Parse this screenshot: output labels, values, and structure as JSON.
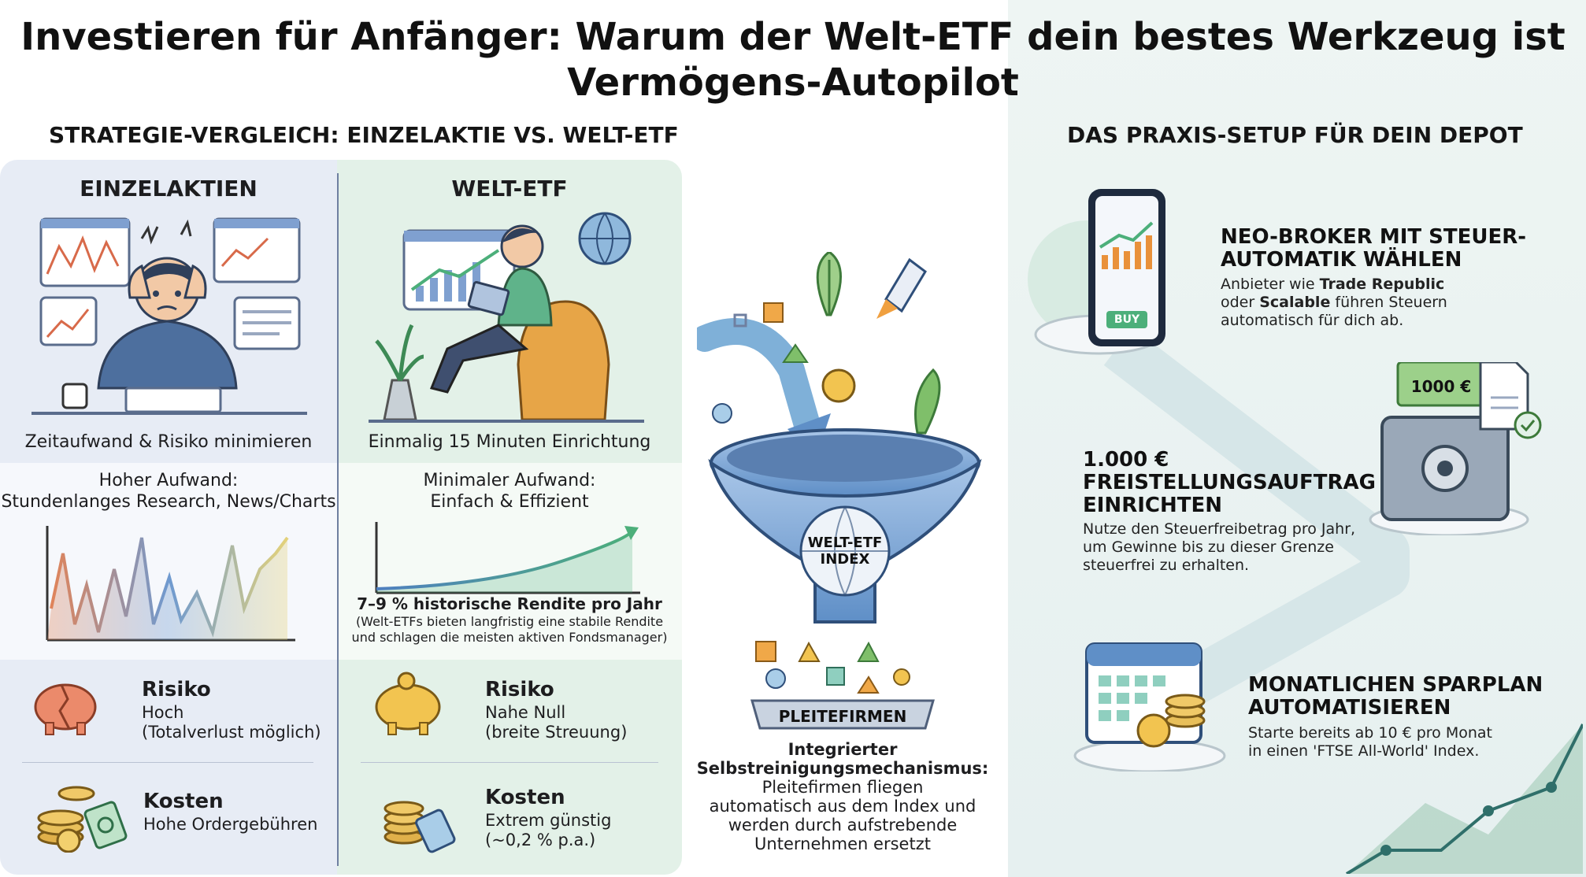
{
  "title": {
    "line1": "Investieren für Anfänger: Warum der Welt-ETF dein bestes Werkzeug ist",
    "line2": "Vermögens-Autopilot"
  },
  "comparison": {
    "heading": "STRATEGIE-VERGLEICH: EINZELAKTIE VS. WELT-ETF",
    "left": {
      "title": "EINZELAKTIEN",
      "caption": "Zeitaufwand & Risiko minimieren",
      "effort_title": "Hoher Aufwand:",
      "effort_sub": "Stundenlanges Research, News/Charts",
      "risk_label": "Risiko",
      "risk_sub1": "Hoch",
      "risk_sub2": "(Totalverlust möglich)",
      "cost_label": "Kosten",
      "cost_sub": "Hohe Ordergebühren"
    },
    "right": {
      "title": "WELT-ETF",
      "caption": "Einmalig 15 Minuten Einrichtung",
      "effort_title": "Minimaler Aufwand:",
      "effort_sub": "Einfach & Effizient",
      "return_title": "7–9 % historische Rendite pro Jahr",
      "return_sub1": "(Welt-ETFs bieten langfristig eine stabile Rendite",
      "return_sub2": "und schlagen die meisten aktiven Fondsmanager)",
      "risk_label": "Risiko",
      "risk_sub1": "Nahe Null",
      "risk_sub2": "(breite Streuung)",
      "cost_label": "Kosten",
      "cost_sub1": "Extrem günstig",
      "cost_sub2": "(~0,2 % p.a.)"
    }
  },
  "funnel": {
    "label_line1": "WELT-ETF",
    "label_line2": "INDEX",
    "ribbon": "PLEITEFIRMEN",
    "cap_title1": "Integrierter",
    "cap_title2": "Selbstreinigungsmechanismus:",
    "cap_body1": "Pleitefirmen fliegen",
    "cap_body2": "automatisch aus dem Index und",
    "cap_body3": "werden durch aufstrebende",
    "cap_body4": "Unternehmen ersetzt"
  },
  "setup": {
    "heading": "DAS PRAXIS-SETUP FÜR DEIN DEPOT",
    "phone_button": "BUY",
    "cash_label": "1000 €",
    "step1": {
      "title1": "NEO-BROKER MIT STEUER-",
      "title2": "AUTOMATIK WÄHLEN",
      "d1a": "Anbieter wie ",
      "d1b": "Trade Republic",
      "d2a": "oder ",
      "d2b": "Scalable",
      "d2c": " führen Steuern",
      "d3": "automatisch für dich ab."
    },
    "step2": {
      "title1": "1.000 €",
      "title2": "FREISTELLUNGSAUFTRAG",
      "title3": "EINRICHTEN",
      "d1": "Nutze den Steuerfreibetrag pro Jahr,",
      "d2": "um Gewinne bis zu dieser Grenze",
      "d3": "steuerfrei zu erhalten."
    },
    "step3": {
      "title1": "MONATLICHEN SPARPLAN",
      "title2": "AUTOMATISIEREN",
      "d1": "Starte bereits ab 10 € pro Monat",
      "d2": "in einen 'FTSE All-World' Index."
    }
  },
  "colors": {
    "left_panel": "#e7ecf5",
    "mid_panel": "#e3f1e8",
    "accent_green": "#4caf7a",
    "accent_blue": "#4f7fc0",
    "right_bg": "#eef5f3"
  }
}
